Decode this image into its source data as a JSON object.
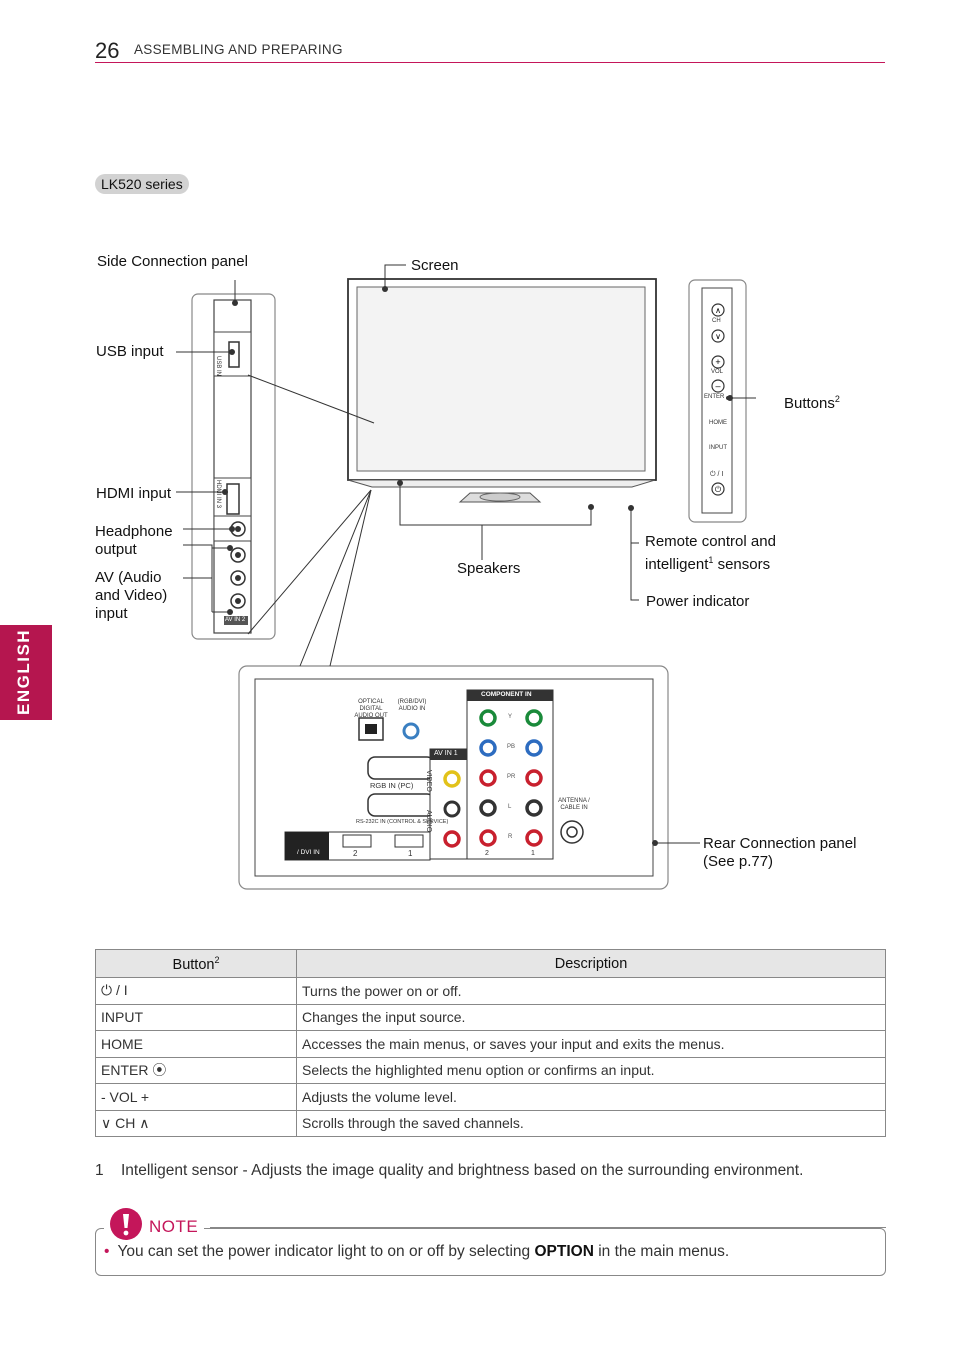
{
  "header": {
    "page_number": "26",
    "section_title": "ASSEMBLING AND PREPARING"
  },
  "side_tab": {
    "label": "ENGLISH"
  },
  "series_badge": "LK520 series",
  "callouts": {
    "side_connection_panel": "Side Connection panel",
    "usb_input": "USB input",
    "hdmi_input": "HDMI input",
    "headphone_output_1": "Headphone",
    "headphone_output_2": "output",
    "av_input_1": "AV (Audio",
    "av_input_2": "and Video)",
    "av_input_3": "input",
    "screen": "Screen",
    "speakers": "Speakers",
    "buttons": "Buttons",
    "buttons_sup": "2",
    "remote_sensor_1": "Remote control and",
    "remote_sensor_2a": "intelligent",
    "remote_sensor_sup": "1",
    "remote_sensor_2b": " sensors",
    "power_indicator": "Power indicator",
    "rear_panel_1": "Rear Connection panel",
    "rear_panel_2": "(See p.77)"
  },
  "side_panel_labels": {
    "usb": "USB IN",
    "hdmi": "HDMI IN 3",
    "av": "AV IN 2"
  },
  "button_strip_labels": {
    "ch": "CH",
    "vol": "VOL",
    "enter": "ENTER",
    "home": "HOME",
    "input": "INPUT",
    "power": "⏻ / I"
  },
  "rear_panel_labels": {
    "optical": "OPTICAL DIGITAL",
    "optical2": "AUDIO OUT",
    "rgb_audio": "(RGB/DVI)",
    "rgb_audio2": "AUDIO IN",
    "rgb_in": "RGB IN (PC)",
    "rs232": "RS-232C IN (CONTROL & SERVICE)",
    "hdmi_dvi": "/ DVI IN",
    "hdmi_1": "1",
    "hdmi_2": "2",
    "av_in_1": "AV IN 1",
    "video": "VIDEO",
    "audio": "AUDIO",
    "component_in": "COMPONENT IN",
    "antenna": "ANTENNA /",
    "antenna2": "CABLE IN",
    "comp_2": "2",
    "comp_1": "1",
    "row_y": "Y",
    "row_pb": "PB",
    "row_pr": "PR",
    "row_l": "L",
    "row_r": "R"
  },
  "button_table": {
    "col_button": "Button",
    "col_button_sup": "2",
    "col_description": "Description",
    "rows": [
      {
        "button": "⏻ / I",
        "description": "Turns the power on or off."
      },
      {
        "button": "INPUT",
        "description": "Changes the input source."
      },
      {
        "button": "HOME",
        "description": "Accesses the main menus, or saves your input and exits the menus."
      },
      {
        "button": "ENTER ⦿",
        "description": "Selects the highlighted menu option or confirms an input."
      },
      {
        "button": "- VOL +",
        "description": "Adjusts the volume level."
      },
      {
        "button": "∨ CH ∧",
        "description": "Scrolls through the saved channels."
      }
    ]
  },
  "footnote": {
    "number": "1",
    "text": "Intelligent sensor - Adjusts the image quality and brightness based on the surrounding environment."
  },
  "note": {
    "title": "NOTE",
    "text_before": "You can set the power indicator light to on or off by selecting ",
    "text_bold": "OPTION",
    "text_after": " in the main menus."
  },
  "colors": {
    "accent": "#c4165a",
    "tab": "#b5164f"
  }
}
